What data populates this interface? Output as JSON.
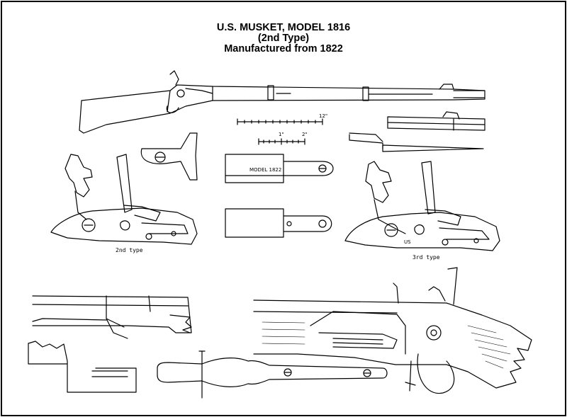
{
  "title": {
    "line1": "U.S. MUSKET, MODEL 1816",
    "line2": "(2nd Type)",
    "line3": "Manufactured from 1822"
  },
  "scale": {
    "twelve_inch": "12\"",
    "one_inch": "1\"",
    "two_inch": "2\""
  },
  "labels": {
    "lock_2nd": "2nd type",
    "lock_3rd": "3rd type",
    "barrel_stamp": "MODEL 1822",
    "lock_stamp_us": "US"
  }
}
